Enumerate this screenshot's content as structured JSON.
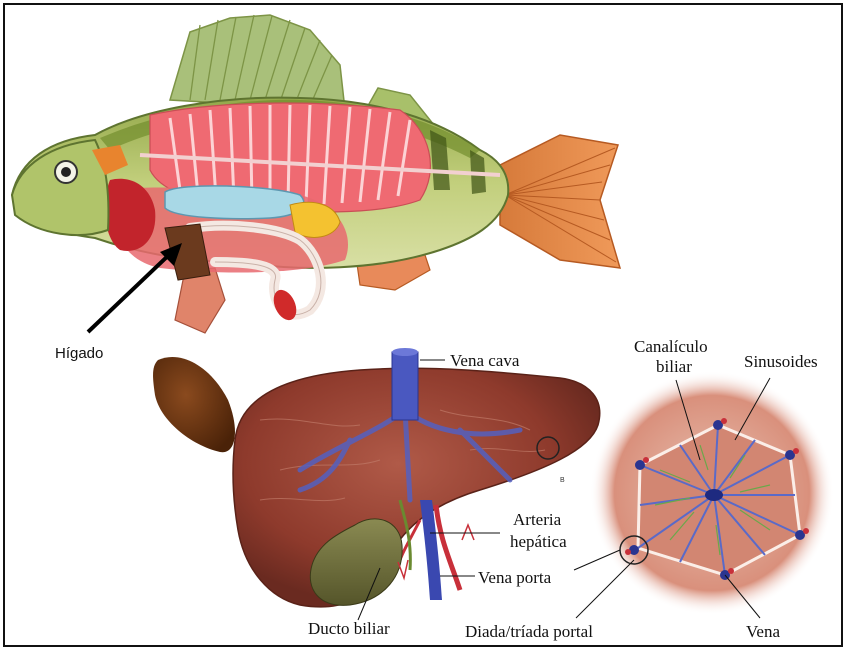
{
  "figure": {
    "labels": {
      "liver": "Hígado",
      "vena_cava": "Vena cava",
      "arteria_line1": "Arteria",
      "arteria_line2": "hepática",
      "vena_porta": "Vena porta",
      "ducto_biliar": "Ducto biliar",
      "diada": "Diada/tríada portal",
      "canaliculo_line1": "Canalículo",
      "canaliculo_line2": "biliar",
      "sinusoides": "Sinusoides",
      "vena": "Vena",
      "marker_b": "B"
    },
    "colors": {
      "fish_body": "#b8c96b",
      "fish_muscle": "#e8616a",
      "fish_fin_tail": "#e8834a",
      "liver": "#8b3a2a",
      "gallbladder": "#6b6b3a",
      "vein_blue": "#4a5ab8",
      "artery_red": "#c8303a",
      "lobule": "#d9a08e"
    }
  }
}
